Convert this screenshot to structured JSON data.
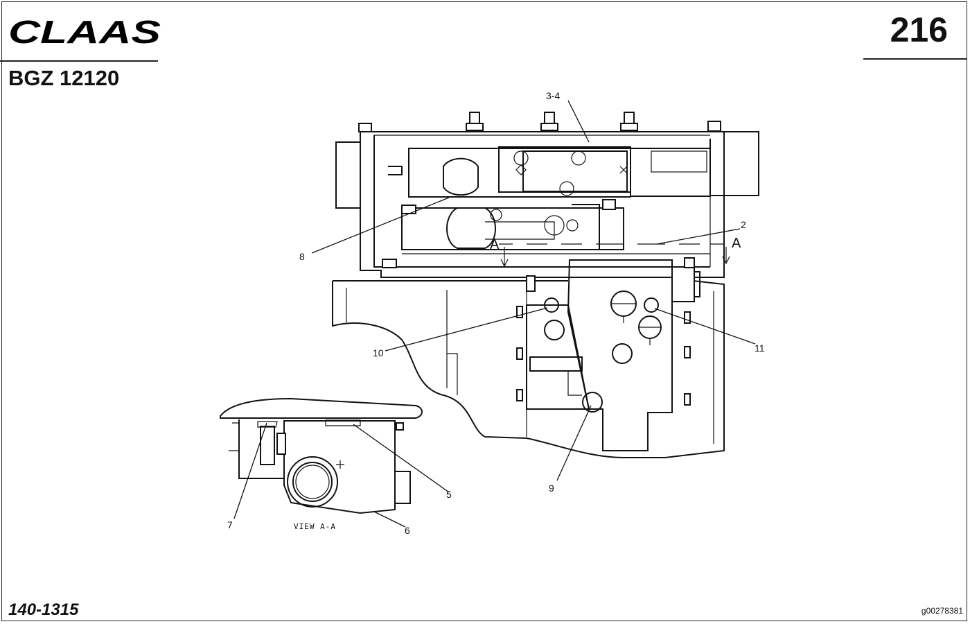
{
  "header": {
    "brand": "CLAAS",
    "page_number": "216",
    "doc_code": "BGZ 12120"
  },
  "footer": {
    "ref_code": "140-1315",
    "image_id": "g00278381"
  },
  "diagram": {
    "callouts": [
      "3-4",
      "2",
      "8",
      "10",
      "11",
      "9",
      "5",
      "7",
      "6"
    ],
    "section_marks": [
      "A",
      "A"
    ],
    "view_label": "VIEW A-A"
  }
}
